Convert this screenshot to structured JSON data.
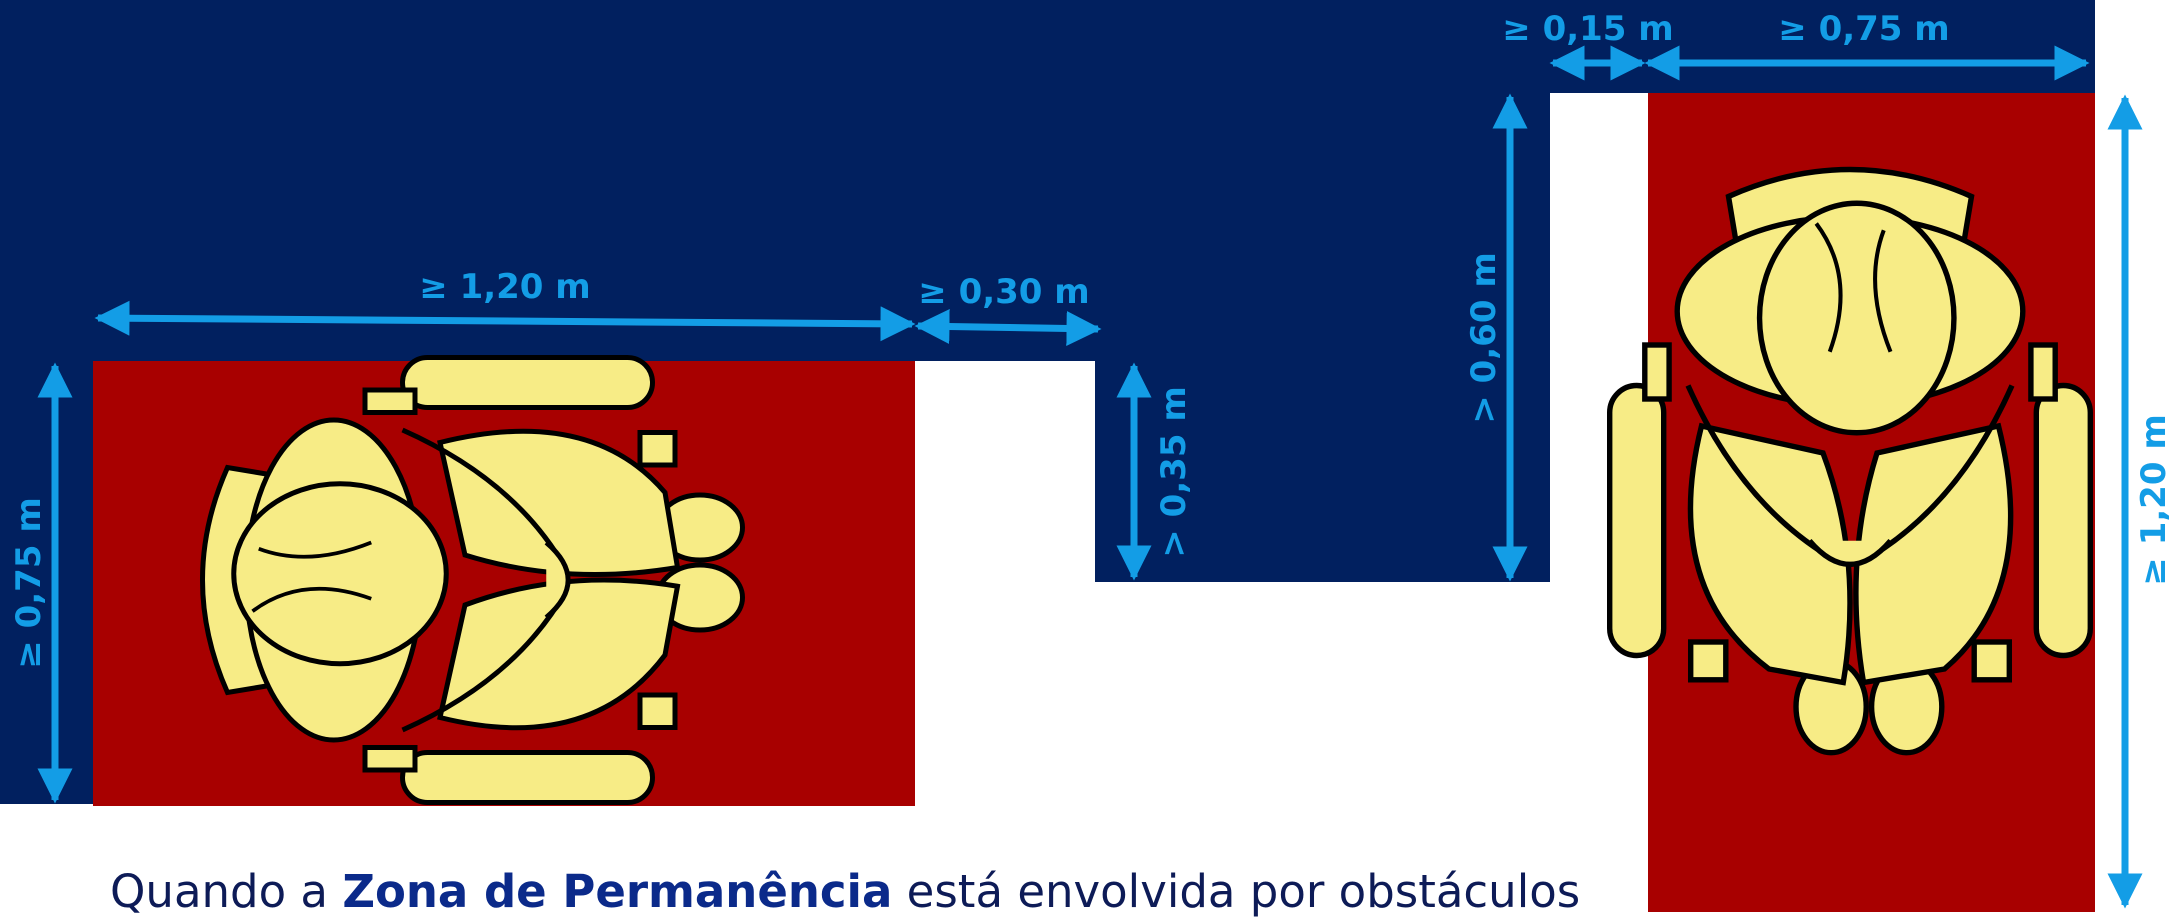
{
  "colors": {
    "background": "#ffffff",
    "navy": "#01205f",
    "zone_red": "#a80000",
    "figure_yellow": "#f7ec86",
    "dimension_blue": "#139de6",
    "outline": "#000000"
  },
  "dimensions": {
    "left_length": "≥ 1,20 m",
    "left_gap": "≥ 0,30 m",
    "left_width": "≥ 0,75 m",
    "notch_depth": "> 0,35 m",
    "right_gap": "≥ 0,15 m",
    "right_width": "≥ 0,75 m",
    "right_depth": "> 0,60 m",
    "right_length": "≥ 1,20 m"
  },
  "caption": {
    "prefix": "Quando a ",
    "highlight": "Zona de Permanência",
    "suffix": " está envolvida por obstáculos"
  },
  "icons": {
    "left_figure": "wheelchair-user-top-view-icon",
    "right_figure": "wheelchair-user-top-view-icon"
  }
}
